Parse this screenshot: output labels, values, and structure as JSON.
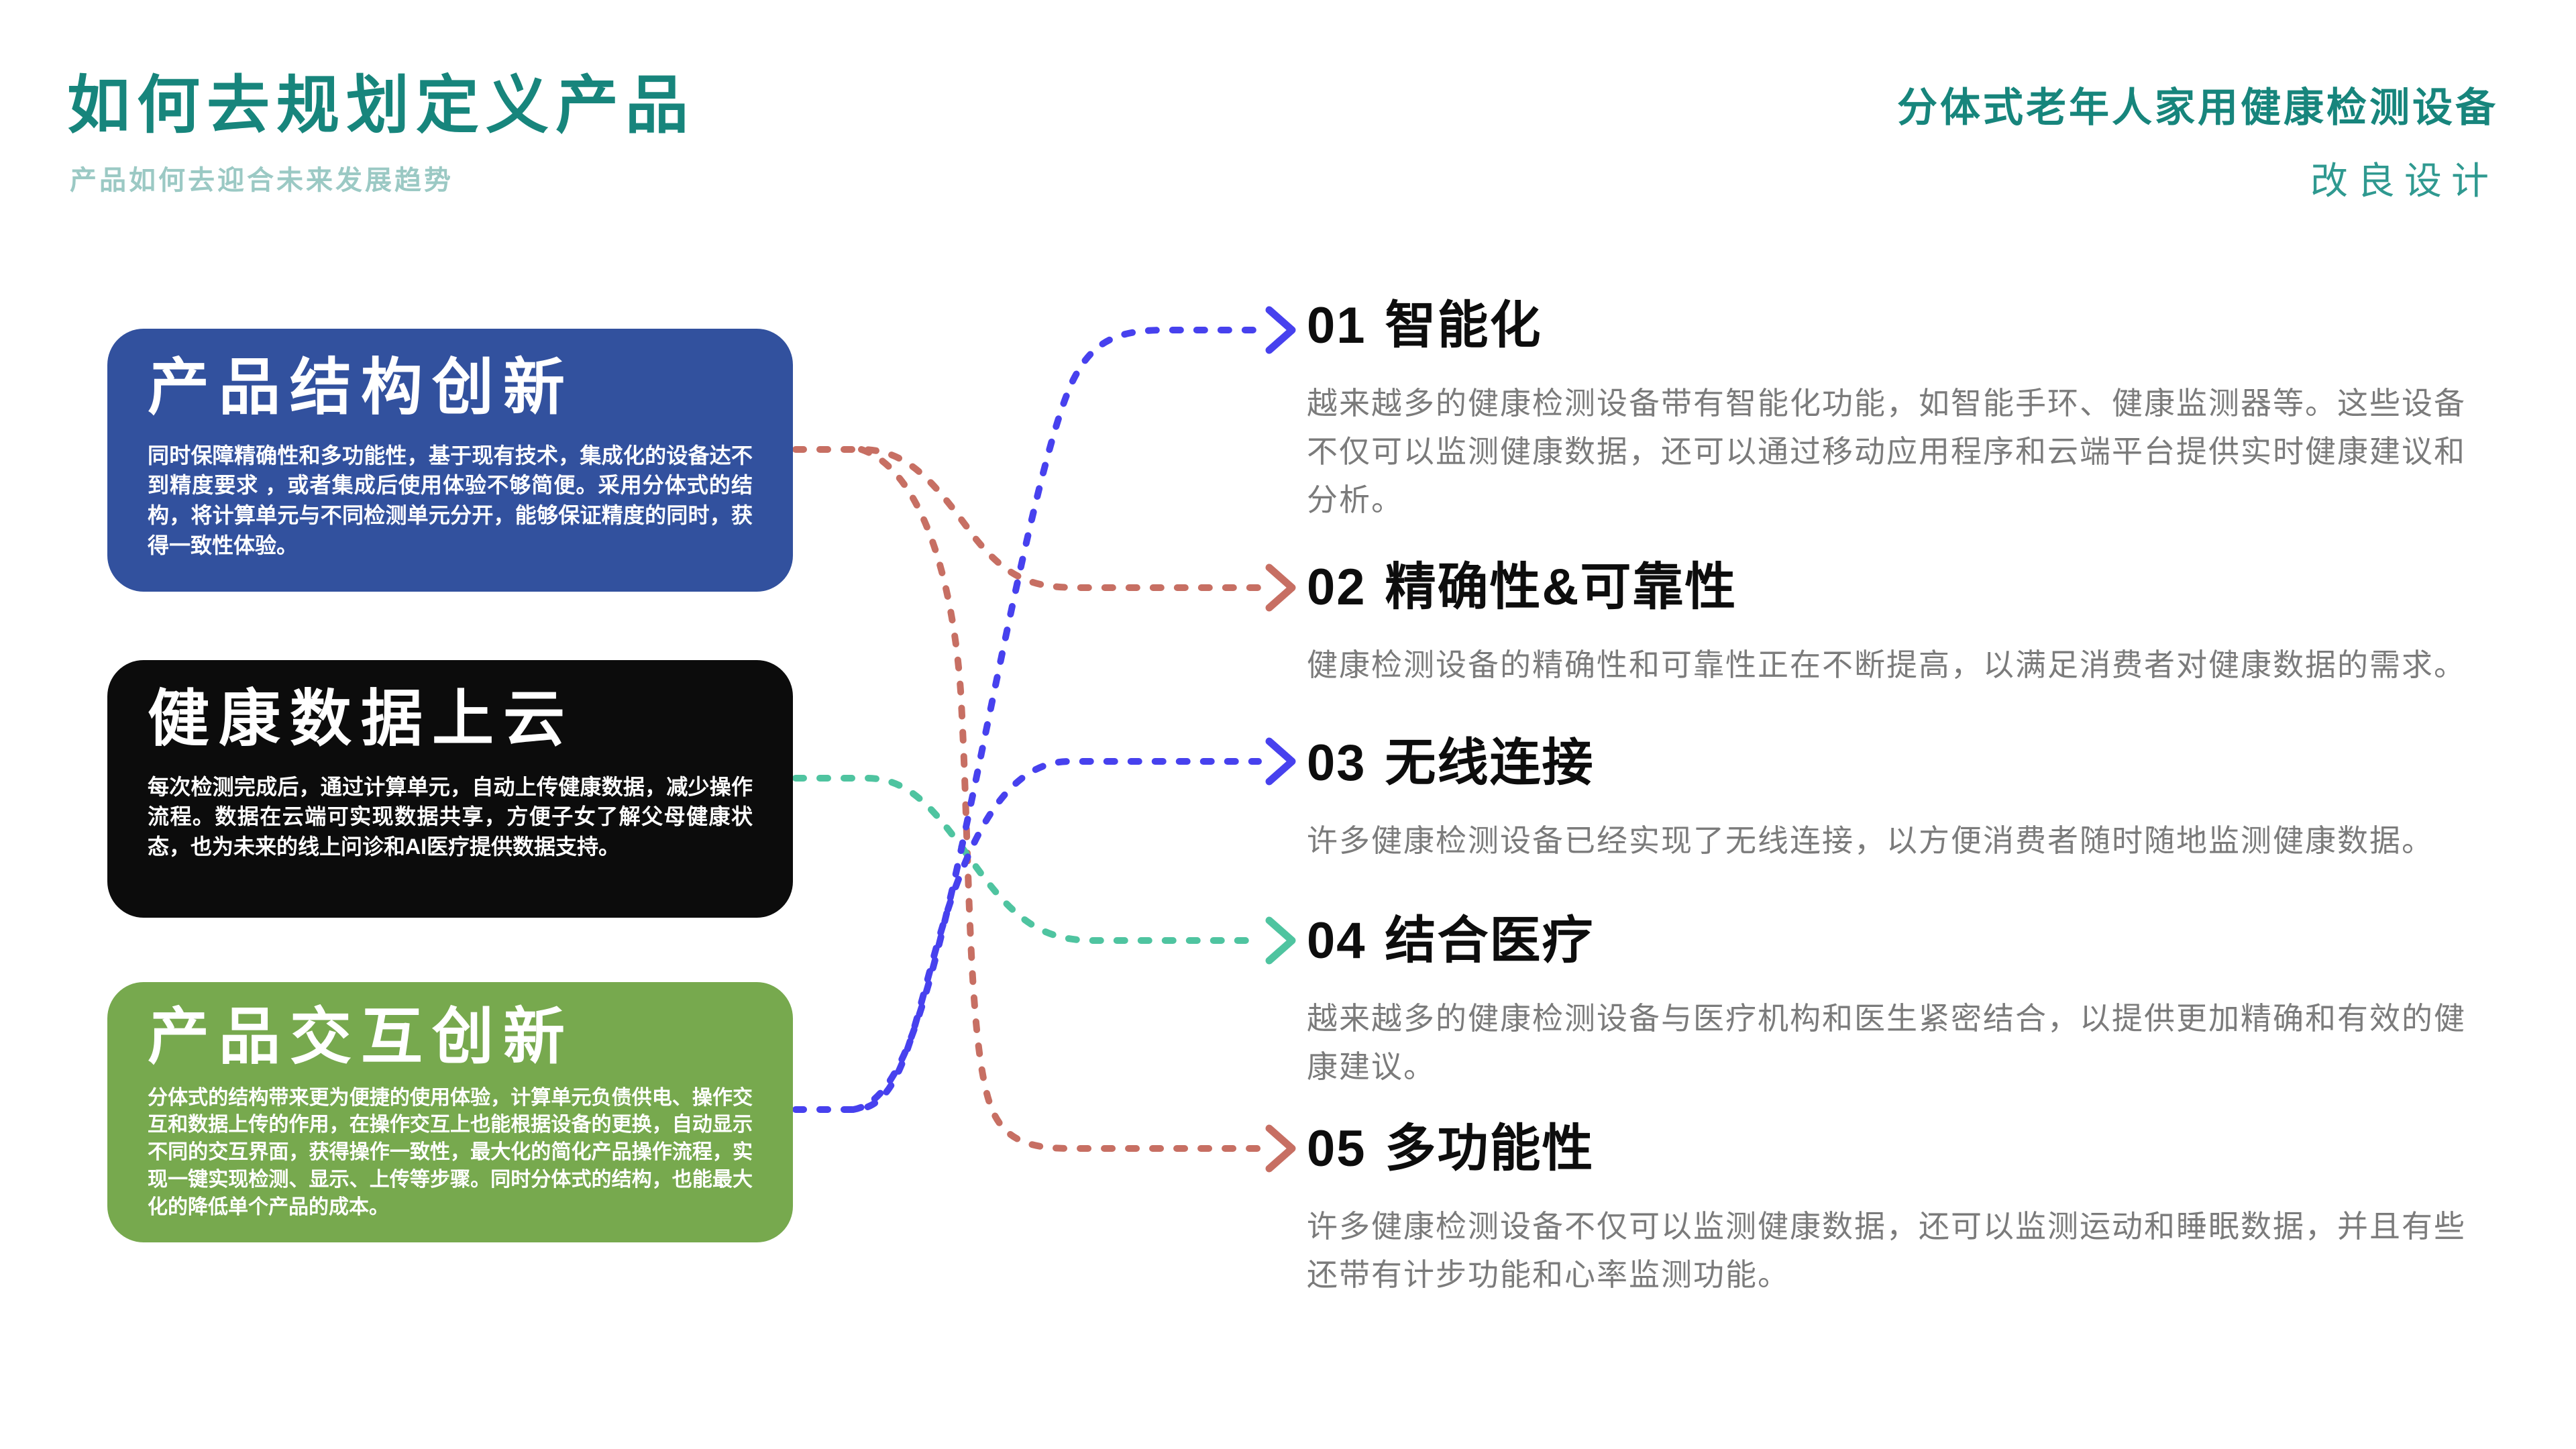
{
  "header": {
    "title": "如何去规划定义产品",
    "subtitle": "产品如何去迎合未来发展趋势",
    "project_title": "分体式老年人家用健康检测设备",
    "project_subtitle": "改良设计"
  },
  "left_cards": [
    {
      "title": "产品结构创新",
      "body": "同时保障精确性和多功能性，基于现有技术，集成化的设备达不到精度要求 ，或者集成后使用体验不够简便。采用分体式的结构，将计算单元与不同检测单元分开，能够保证精度的同时，获得一致性体验。",
      "bg_color": "#32519E"
    },
    {
      "title": "健康数据上云",
      "body": "每次检测完成后，通过计算单元，自动上传健康数据，减少操作流程。数据在云端可实现数据共享，方便子女了解父母健康状态，也为未来的线上问诊和AI医疗提供数据支持。",
      "bg_color": "#0C0C0C"
    },
    {
      "title": "产品交互创新",
      "body": "分体式的结构带来更为便捷的使用体验，计算单元负债供电、操作交互和数据上传的作用，在操作交互上也能根据设备的更换，自动显示不同的交互界面，获得操作一致性，最大化的简化产品操作流程，实现一键实现检测、显示、上传等步骤。同时分体式的结构，也能最大化的降低单个产品的成本。",
      "bg_color": "#77A94E"
    }
  ],
  "trends": [
    {
      "number": "01",
      "title": "智能化",
      "body": "越来越多的健康检测设备带有智能化功能，如智能手环、健康监测器等。这些设备不仅可以监测健康数据，还可以通过移动应用程序和云端平台提供实时健康建议和分析。"
    },
    {
      "number": "02",
      "title": "精确性&可靠性",
      "body": "健康检测设备的精确性和可靠性正在不断提高，以满足消费者对健康数据的需求。"
    },
    {
      "number": "03",
      "title": "无线连接",
      "body": "许多健康检测设备已经实现了无线连接，以方便消费者随时随地监测健康数据。"
    },
    {
      "number": "04",
      "title": "结合医疗",
      "body": "越来越多的健康检测设备与医疗机构和医生紧密结合，以提供更加精确和有效的健康建议。"
    },
    {
      "number": "05",
      "title": "多功能性",
      "body": "许多健康检测设备不仅可以监测健康数据，还可以监测运动和睡眠数据，并且有些还带有计步功能和心率监测功能。"
    }
  ],
  "connections": [
    {
      "from": "产品结构创新",
      "to": "02 精确性&可靠性",
      "color": "#C76F63",
      "style": "dashed-arrow"
    },
    {
      "from": "产品结构创新",
      "to": "05 多功能性",
      "color": "#C76F63",
      "style": "dashed-arrow"
    },
    {
      "from": "健康数据上云",
      "to": "04 结合医疗",
      "color": "#4FC4A0",
      "style": "dashed-arrow"
    },
    {
      "from": "产品交互创新",
      "to": "01 智能化",
      "color": "#4741EE",
      "style": "dashed-arrow"
    },
    {
      "from": "产品交互创新",
      "to": "03 无线连接",
      "color": "#4741EE",
      "style": "dashed-arrow"
    }
  ],
  "colors": {
    "title_teal": "#17857C",
    "subtitle_pale_teal": "#9BC9C4",
    "project_subtitle_teal": "#2F9990",
    "card_blue": "#32519E",
    "card_black": "#0C0C0C",
    "card_green": "#77A94E",
    "connector_salmon": "#C76F63",
    "connector_teal": "#4FC4A0",
    "connector_blue": "#4741EE",
    "trend_heading": "#0d0d0d",
    "trend_body_gray": "#7b7b7b"
  }
}
